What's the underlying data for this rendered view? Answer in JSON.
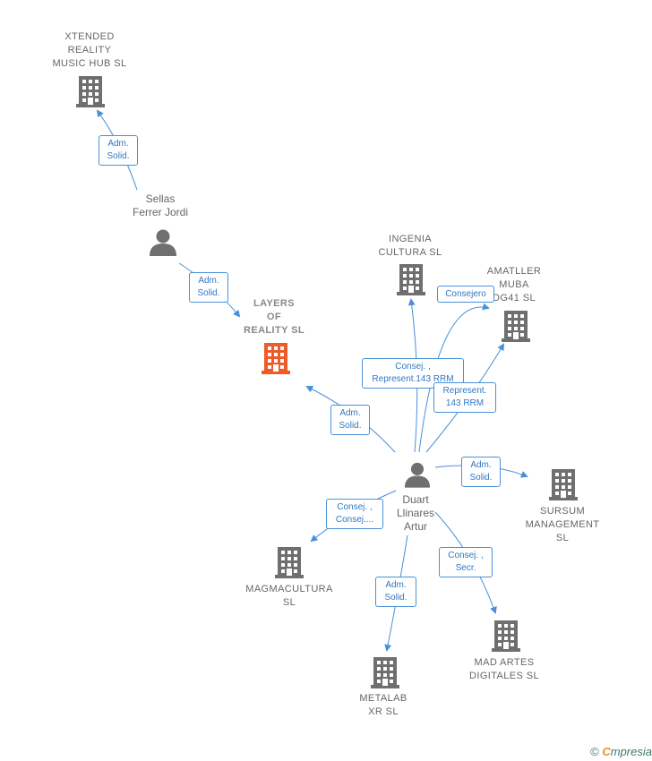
{
  "colors": {
    "edge": "#4a90d9",
    "building": "#6f6f6f",
    "focus_building": "#f05a28",
    "person": "#6f6f6f"
  },
  "nodes": {
    "xtended": {
      "label": "XTENDED\nREALITY\nMUSIC HUB  SL",
      "icon": "building-icon"
    },
    "sellas": {
      "label": "Sellas\nFerrer Jordi",
      "icon": "person-icon"
    },
    "layers": {
      "label": "LAYERS\nOF\nREALITY  SL",
      "icon": "building-icon"
    },
    "ingenia": {
      "label": "INGENIA\nCULTURA  SL",
      "icon": "building-icon"
    },
    "amatller": {
      "label": "AMATLLER\nMUBA\nDG41  SL",
      "icon": "building-icon"
    },
    "duart": {
      "label": "Duart\nLlinares\nArtur",
      "icon": "person-icon"
    },
    "sursum": {
      "label": "SURSUM\nMANAGEMENT\nSL",
      "icon": "building-icon"
    },
    "magmacultura": {
      "label": "MAGMACULTURA\nSL",
      "icon": "building-icon"
    },
    "metalab": {
      "label": "METALAB\nXR  SL",
      "icon": "building-icon"
    },
    "madartes": {
      "label": "MAD ARTES\nDIGITALES  SL",
      "icon": "building-icon"
    }
  },
  "edges": {
    "sellas_xtended": "Adm.\nSolid.",
    "sellas_layers": "Adm.\nSolid.",
    "duart_layers": "Adm.\nSolid.",
    "duart_ingenia": "Consej. ,\nRepresent.143 RRM",
    "duart_amatller_consejero": "Consejero",
    "duart_amatller_represent": "Represent.\n143 RRM",
    "duart_sursum": "Adm.\nSolid.",
    "duart_magmacultura": "Consej. ,\nConsej....",
    "duart_metalab": "Adm.\nSolid.",
    "duart_madartes": "Consej. ,\nSecr."
  },
  "brand": {
    "copyright": "©",
    "first_letter": "C",
    "rest": "mpresia"
  }
}
